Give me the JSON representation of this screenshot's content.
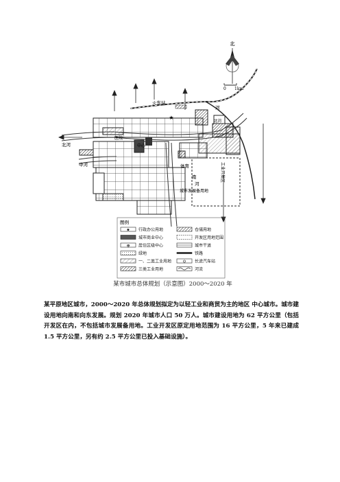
{
  "map": {
    "north_label": "北",
    "scale_label": "1km",
    "scale_zero": "0",
    "labels": {
      "railway_station": "火车站",
      "river_east": "河",
      "tower": "北河",
      "river_west": "北河",
      "river_mid": "中河",
      "stadium": "体育",
      "south_label": "南",
      "zone_label": "工业开发区",
      "backup_land": "城市发展备用地",
      "river_south": "河",
      "hospital": "医院",
      "center": "中心"
    }
  },
  "legend": {
    "title": "图例",
    "items": [
      {
        "label": "行政办公用地",
        "icon": "star-symbol"
      },
      {
        "label": "仓储用地",
        "icon": "hatch-dense"
      },
      {
        "label": "城市商业中心",
        "icon": "dark-block"
      },
      {
        "label": "开发区用地范围",
        "icon": "dashed-box"
      },
      {
        "label": "居住区级中心",
        "icon": "circle-cross"
      },
      {
        "label": "城市干道",
        "icon": "double-line"
      },
      {
        "label": "绿地",
        "icon": "dotted-fill"
      },
      {
        "label": "铁路",
        "icon": "railway-line"
      },
      {
        "label": "一、二类工业用地",
        "icon": "hatch-light"
      },
      {
        "label": "长途汽车站",
        "icon": "bus-station"
      },
      {
        "label": "三类工业用地",
        "icon": "hatch-bold"
      },
      {
        "label": "河流",
        "icon": "river-wave"
      }
    ]
  },
  "caption": "某市城市总体规划（示意图）2000～2020 年",
  "paragraph": "某平原地区城市，2000～2020 年总体规划拟定为以轻工业和商贸为主的地区 中心城市。城市建设用地向南和向东发展。规划 2020 年城市人口 50 万人。城市建设用地为 62 平方公里（包括开发区在内，不包括城市发展备用地。工业开发区原定用地范围为 16 平方公里，5 年来已建成 1.5 平方公里，另有约 2.5 平方公里已投入基础设施）。"
}
